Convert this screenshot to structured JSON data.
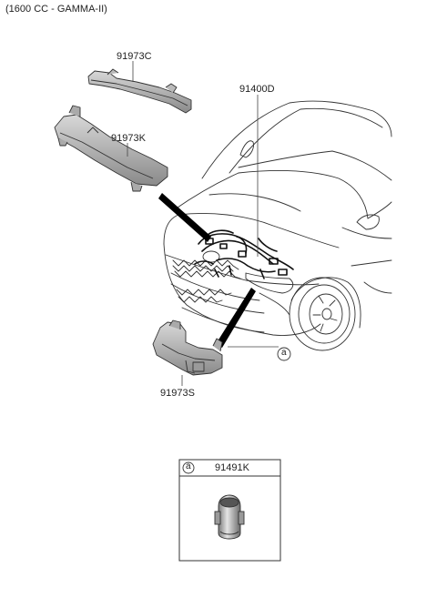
{
  "header": {
    "engine_note": "(1600 CC - GAMMA-II)"
  },
  "parts": {
    "p1": "91973C",
    "p2": "91973K",
    "p3": "91400D",
    "p4": "91973S"
  },
  "callout": {
    "marker": "a"
  },
  "detail_box": {
    "marker": "a",
    "part": "91491K"
  }
}
